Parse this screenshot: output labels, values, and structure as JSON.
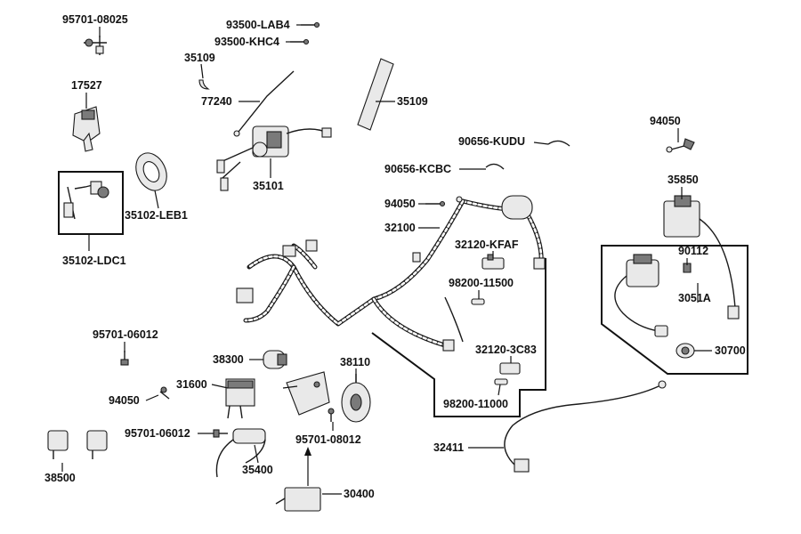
{
  "parts": [
    {
      "id": "p1",
      "code": "95701-08025"
    },
    {
      "id": "p2",
      "code": "93500-LAB4"
    },
    {
      "id": "p3",
      "code": "93500-KHC4"
    },
    {
      "id": "p4",
      "code": "35109"
    },
    {
      "id": "p5",
      "code": "17527"
    },
    {
      "id": "p6",
      "code": "77240"
    },
    {
      "id": "p7",
      "code": "35109"
    },
    {
      "id": "p8",
      "code": "94050"
    },
    {
      "id": "p9",
      "code": "90656-KUDU"
    },
    {
      "id": "p10",
      "code": "90656-KCBC"
    },
    {
      "id": "p11",
      "code": "35101"
    },
    {
      "id": "p12",
      "code": "35102-LEB1"
    },
    {
      "id": "p13",
      "code": "35850"
    },
    {
      "id": "p14",
      "code": "94050"
    },
    {
      "id": "p15",
      "code": "32100"
    },
    {
      "id": "p16",
      "code": "32120-KFAF"
    },
    {
      "id": "p17",
      "code": "35102-LDC1"
    },
    {
      "id": "p18",
      "code": "90112"
    },
    {
      "id": "p19",
      "code": "98200-11500"
    },
    {
      "id": "p20",
      "code": "3051A"
    },
    {
      "id": "p21",
      "code": "95701-06012"
    },
    {
      "id": "p22",
      "code": "30700"
    },
    {
      "id": "p23",
      "code": "38300"
    },
    {
      "id": "p24",
      "code": "32120-3C83"
    },
    {
      "id": "p25",
      "code": "38110"
    },
    {
      "id": "p26",
      "code": "31600"
    },
    {
      "id": "p27",
      "code": "94050"
    },
    {
      "id": "p28",
      "code": "98200-11000"
    },
    {
      "id": "p29",
      "code": "95701-06012"
    },
    {
      "id": "p30",
      "code": "95701-08012"
    },
    {
      "id": "p31",
      "code": "32411"
    },
    {
      "id": "p32",
      "code": "38500"
    },
    {
      "id": "p33",
      "code": "35400"
    },
    {
      "id": "p34",
      "code": "30400"
    }
  ]
}
